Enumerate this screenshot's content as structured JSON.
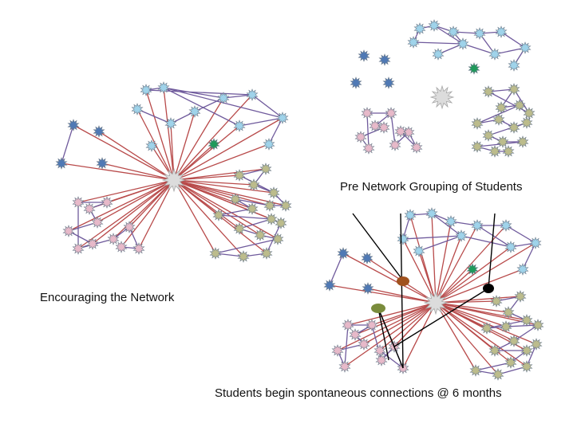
{
  "captions": {
    "pre": "Pre Network Grouping of Students",
    "encouraging": "Encouraging the Network",
    "spontaneous": "Students begin spontaneous connections @ 6 months"
  },
  "colors": {
    "hub": "#dcdcdc",
    "blue": "#4f79b5",
    "light_blue": "#9fd3ea",
    "pink": "#e7b9c9",
    "olive": "#bcbc8c",
    "green": "#1f9a5a",
    "red_edge": "#b84a4a",
    "purple_edge": "#6f5a9c",
    "black_edge": "#000000",
    "brown_oval": "#a0521e",
    "olive_oval": "#7a8c3c"
  }
}
